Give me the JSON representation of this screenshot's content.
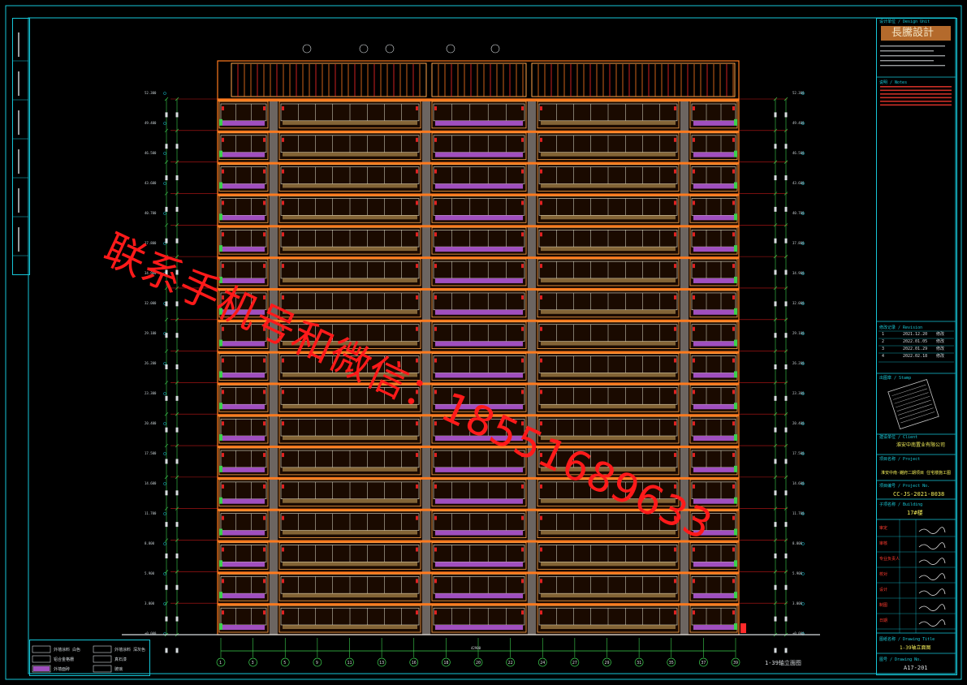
{
  "drawing": {
    "title": "1-39轴立面图",
    "watermark": "联系手机号和微信：18551689633",
    "stories": 17,
    "grid_axes": [
      "1",
      "3",
      "5",
      "9",
      "11",
      "13",
      "16",
      "18",
      "20",
      "22",
      "24",
      "27",
      "29",
      "31",
      "35",
      "37",
      "39"
    ],
    "elevation_marks": [
      "52.300",
      "49.400",
      "46.500",
      "43.600",
      "40.700",
      "37.800",
      "34.900",
      "32.000",
      "29.100",
      "26.200",
      "23.300",
      "20.400",
      "17.500",
      "14.600",
      "11.700",
      "8.800",
      "5.900",
      "3.000",
      "±0.000"
    ],
    "colors": {
      "background": "#000000",
      "frame": "#16c6d8",
      "facade_main": "#ff7a1e",
      "facade_light": "#ffa54a",
      "window": "#e5e5d2",
      "mesh": "#b0b0b0",
      "balcony": "#a04fbf",
      "accent_red": "#e02020",
      "green": "#3ccf4e",
      "watermark": "#ff1a1a"
    }
  },
  "title_block": {
    "company_logo_text": "長騰設計",
    "client": "淮安中南置业有限公司",
    "project_name": "淮安中南·樾府二期项目 住宅楼施工图",
    "project_number": "CC-JS-2021-8038",
    "building_name": "17#楼",
    "sheet_name": "1-39轴立面图",
    "sheet_number": "A17-201",
    "revisions": [
      {
        "no": "1",
        "date": "2021.12.20",
        "mark": "修改"
      },
      {
        "no": "2",
        "date": "2022.01.05",
        "mark": "修改"
      },
      {
        "no": "3",
        "date": "2022.01.29",
        "mark": "修改"
      },
      {
        "no": "4",
        "date": "2022.02.18",
        "mark": "修改"
      }
    ],
    "approval_rows": [
      "审定",
      "审核",
      "专业负责人",
      "校对",
      "设计",
      "制图",
      "日期"
    ],
    "labels": {
      "design_unit": "设计单位 / Design Unit",
      "notes": "说明 / Notes",
      "revision": "修改记录 / Revision",
      "stamp": "出图章 / Stamp",
      "client": "建设单位 / Client",
      "project": "项目名称 / Project",
      "project_no": "项目编号 / Project No.",
      "building": "子项名称 / Building",
      "sheet": "图纸名称 / Drawing Title",
      "sheet_no": "图号 / Drawing No."
    }
  },
  "legend": {
    "items": [
      "外墙涂料 白色",
      "外墙涂料 深灰色",
      "铝合金格栅",
      "真石漆",
      "外墙面砖",
      "玻璃"
    ]
  }
}
